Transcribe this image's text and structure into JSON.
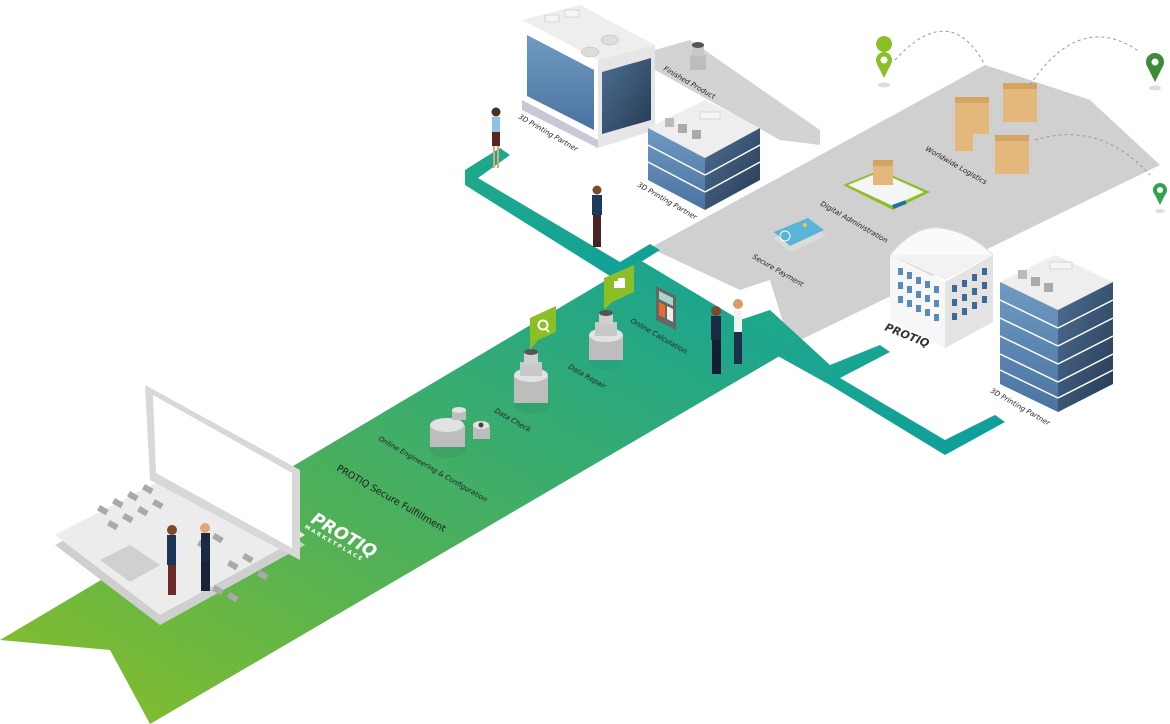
{
  "diagram": {
    "title": "PROTIQ Marketplace fulfilment process",
    "brand": {
      "name": "PROTIQ",
      "subtitle": "MARKETPLACE",
      "color_green_light": "#8cbf26",
      "color_green_mid": "#4db05a",
      "color_teal": "#12a398"
    },
    "main_label": "PROTIQ Secure Fulfillment",
    "steps": [
      {
        "label": "Online Engineering & Configuration",
        "icon": "part-icon"
      },
      {
        "label": "Data Check",
        "icon": "search-icon"
      },
      {
        "label": "Data Repair",
        "icon": "thumbs-up-icon"
      },
      {
        "label": "Online Calculation",
        "icon": "calculator-icon"
      }
    ],
    "partners": [
      {
        "label": "3D Printing Partner"
      },
      {
        "label": "3D Printing Partner"
      },
      {
        "label": "3D Printing Partner"
      }
    ],
    "protiq_building_label": "PROTIQ",
    "finished_product_label": "Finished Product",
    "services": [
      {
        "label": "Secure Payment",
        "icon": "credit-card-icon"
      },
      {
        "label": "Digital Administration",
        "icon": "clipboard-icon"
      },
      {
        "label": "Worldwide Logistics",
        "icon": "package-icon"
      }
    ],
    "locations": [
      "location-pin",
      "location-pin",
      "location-pin"
    ]
  }
}
